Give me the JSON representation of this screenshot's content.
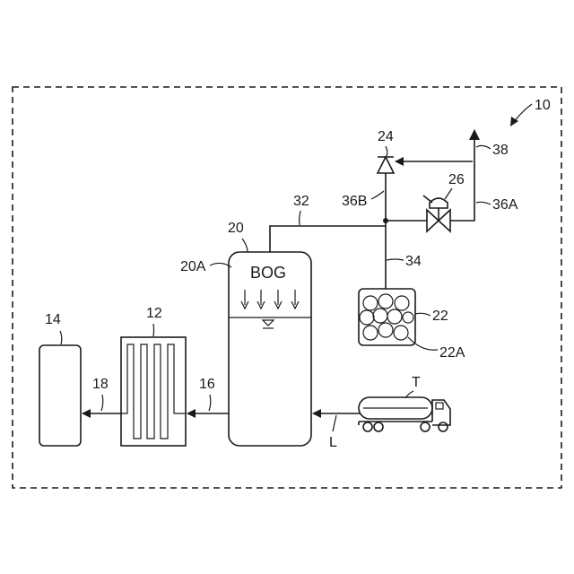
{
  "labels": {
    "system": "10",
    "heat_exchanger": "12",
    "consumer": "14",
    "line_16": "16",
    "line_18": "18",
    "tank": "20",
    "tank_gas_space": "20A",
    "tank_gas": "BOG",
    "adsorber": "22",
    "adsorbent": "22A",
    "relief_valve": "24",
    "control_valve": "26",
    "line_32": "32",
    "line_34": "34",
    "line_36a": "36A",
    "line_36b": "36B",
    "vent": "38",
    "truck": "T",
    "fill_line": "L"
  },
  "colors": {
    "line": "#1a1a1a",
    "background": "#ffffff"
  }
}
